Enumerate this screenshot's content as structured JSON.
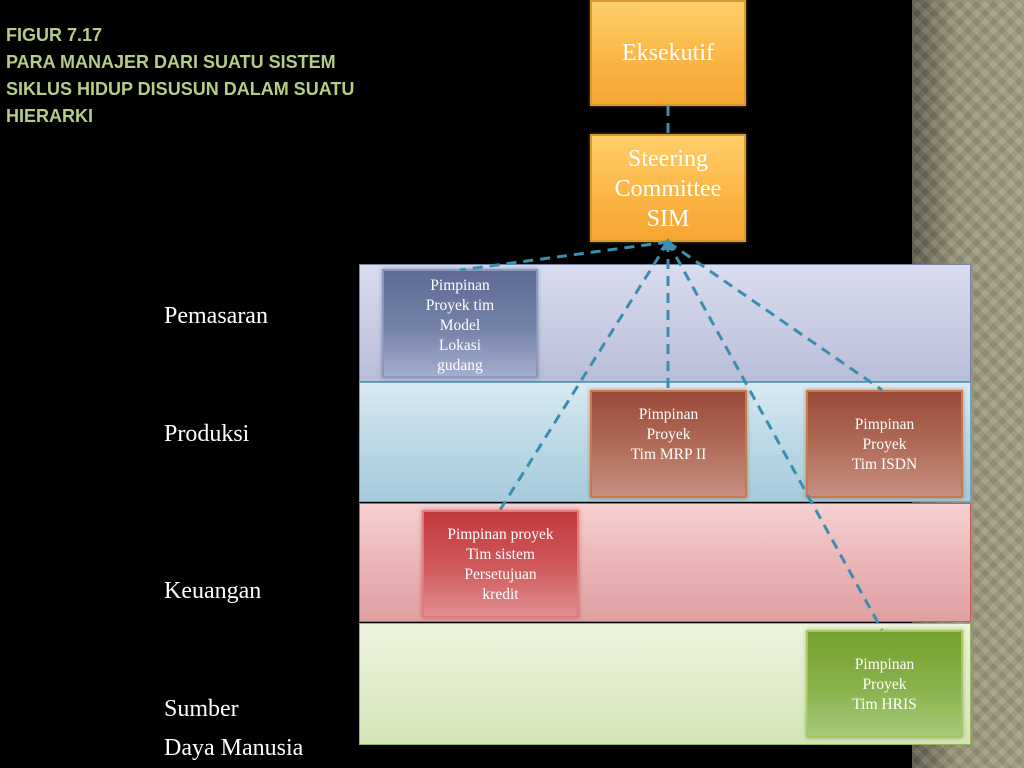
{
  "title": {
    "line1": "FIGUR 7.17",
    "line2": "PARA MANAJER DARI SUATU SISTEM",
    "line3": "SIKLUS HIDUP DISUSUN DALAM SUATU",
    "line4": "HIERARKI"
  },
  "nodes": {
    "eksekutif": "Eksekutif",
    "steering": "Steering\nCommittee\nSIM",
    "model": "Pimpinan\nProyek tim\nModel\nLokasi\ngudang",
    "mrp": "Pimpinan\nProyek\nTim MRP II",
    "isdn": "Pimpinan\nProyek\nTim ISDN",
    "kredit": "Pimpinan proyek\nTim sistem\nPersetujuan\nkredit",
    "hris": "Pimpinan\nProyek\nTim HRIS"
  },
  "departments": {
    "pemasaran": "Pemasaran",
    "produksi": "Produksi",
    "keuangan": "Keuangan",
    "sumber_line1": "Sumber",
    "sumber_line2": "Daya Manusia"
  },
  "colors": {
    "title": "#b6cd84",
    "connector": "#3a8fb0",
    "exec_box": "#fbb646",
    "pemasaran_band": "#c7cbe2",
    "produksi_band": "#bcd9e6",
    "keuangan_band": "#eab3b4",
    "sumber_band": "#dfebc7"
  }
}
